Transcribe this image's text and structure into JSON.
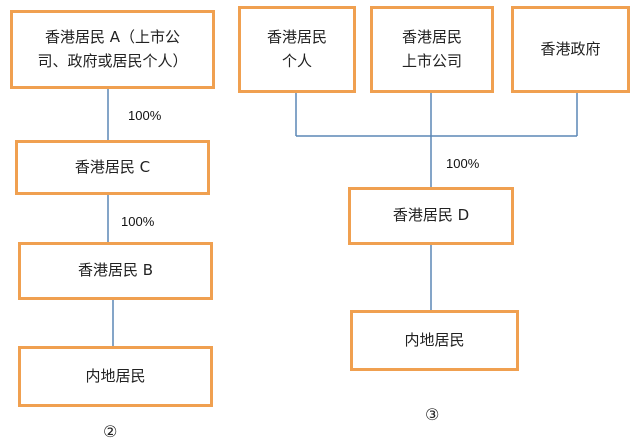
{
  "colors": {
    "box_border": "#f0a050",
    "connector": "#5b87b5"
  },
  "diagram2": {
    "label": "②",
    "box_a": "香港居民 A（上市公\n司、政府或居民个人）",
    "pct_a_c": "100%",
    "box_c": "香港居民 C",
    "pct_c_b": "100%",
    "box_b": "香港居民 B",
    "box_mainland": "内地居民"
  },
  "diagram3": {
    "label": "③",
    "box_individual": "香港居民\n个人",
    "box_listed": "香港居民\n上市公司",
    "box_government": "香港政府",
    "pct_to_d": "100%",
    "box_d": "香港居民 D",
    "box_mainland": "内地居民"
  }
}
